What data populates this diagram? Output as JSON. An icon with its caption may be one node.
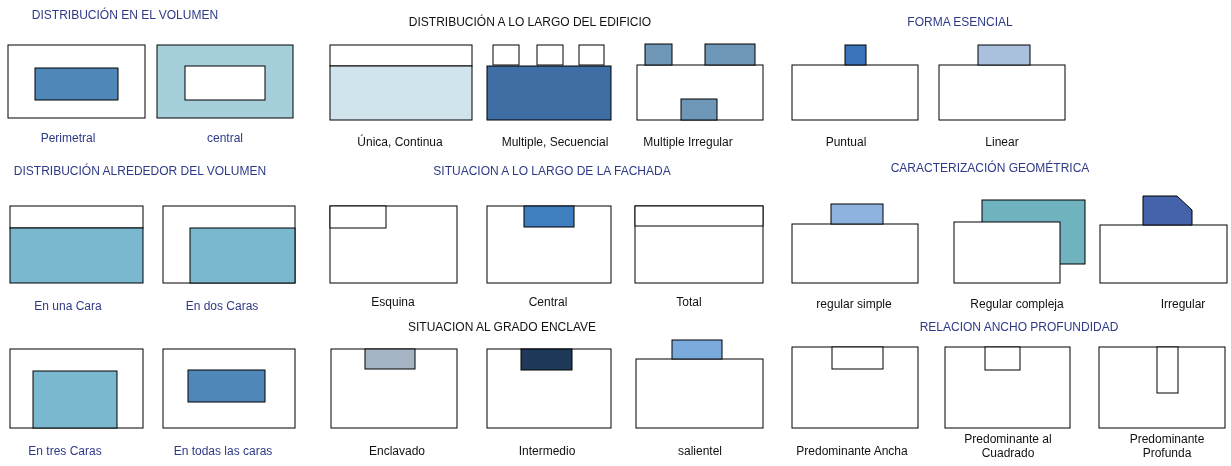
{
  "diagram": {
    "labels": [
      "DISTRIBUCIÓN EN EL VOLUMEN",
      "DISTRIBUCIÓN A LO LARGO DEL EDIFICIO",
      "FORMA ESENCIAL",
      "Perimetral",
      "central",
      "Única, Continua",
      "Multiple, Secuencial",
      "Multiple Irregular",
      "Puntual",
      "Linear",
      "DISTRIBUCIÓN ALREDEDOR DEL VOLUMEN",
      "SITUACION A LO LARGO DE LA FACHADA",
      "CARACTERIZACIÓN GEOMÉTRICA",
      "En una Cara",
      "En dos Caras",
      "Esquina",
      "Central",
      "Total",
      "regular simple",
      "Regular compleja",
      "Irregular",
      "SITUACION AL GRADO ENCLAVE",
      "RELACION ANCHO PROFUNDIDAD",
      "En tres Caras",
      "En todas las caras",
      "Enclavado",
      "Intermedio",
      "salientel",
      "Predominante Ancha",
      "Predominante al Cuadrado",
      "Predominante Profunda"
    ]
  }
}
